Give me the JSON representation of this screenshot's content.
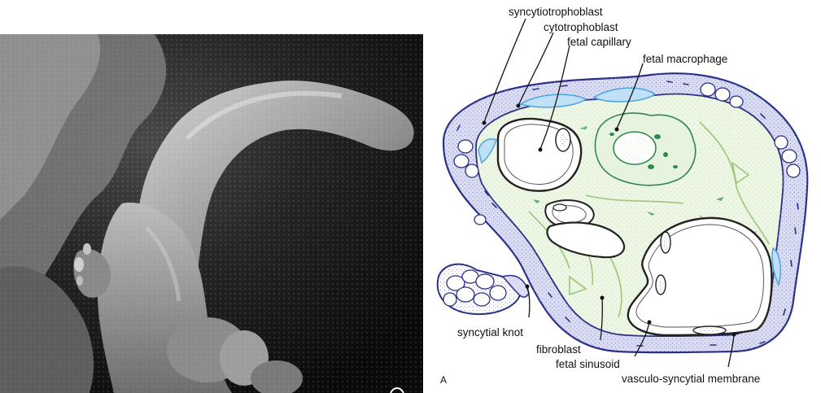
{
  "figure": {
    "panel_letter": "A",
    "labels": {
      "syncytiotrophoblast": "syncytiotrophoblast",
      "cytotrophoblast": "cytotrophoblast",
      "fetal_capillary": "fetal capillary",
      "fetal_macrophage": "fetal macrophage",
      "syncytial_knot": "syncytial knot",
      "fibroblast": "fibroblast",
      "fetal_sinusoid": "fetal sinusoid",
      "vasculo_syncytial_membrane": "vasculo-syncytial membrane"
    }
  },
  "colors": {
    "outline_navy": "#2b2f86",
    "trophoblast_fill": "#d9dcf2",
    "stroma_fill": "#eef6e6",
    "stroma_fibers": "#9cc77a",
    "macrophage_green": "#2f8a4a",
    "cytotrophoblast_blue": "#4da3dd",
    "micrograph_dark": "#141414"
  }
}
